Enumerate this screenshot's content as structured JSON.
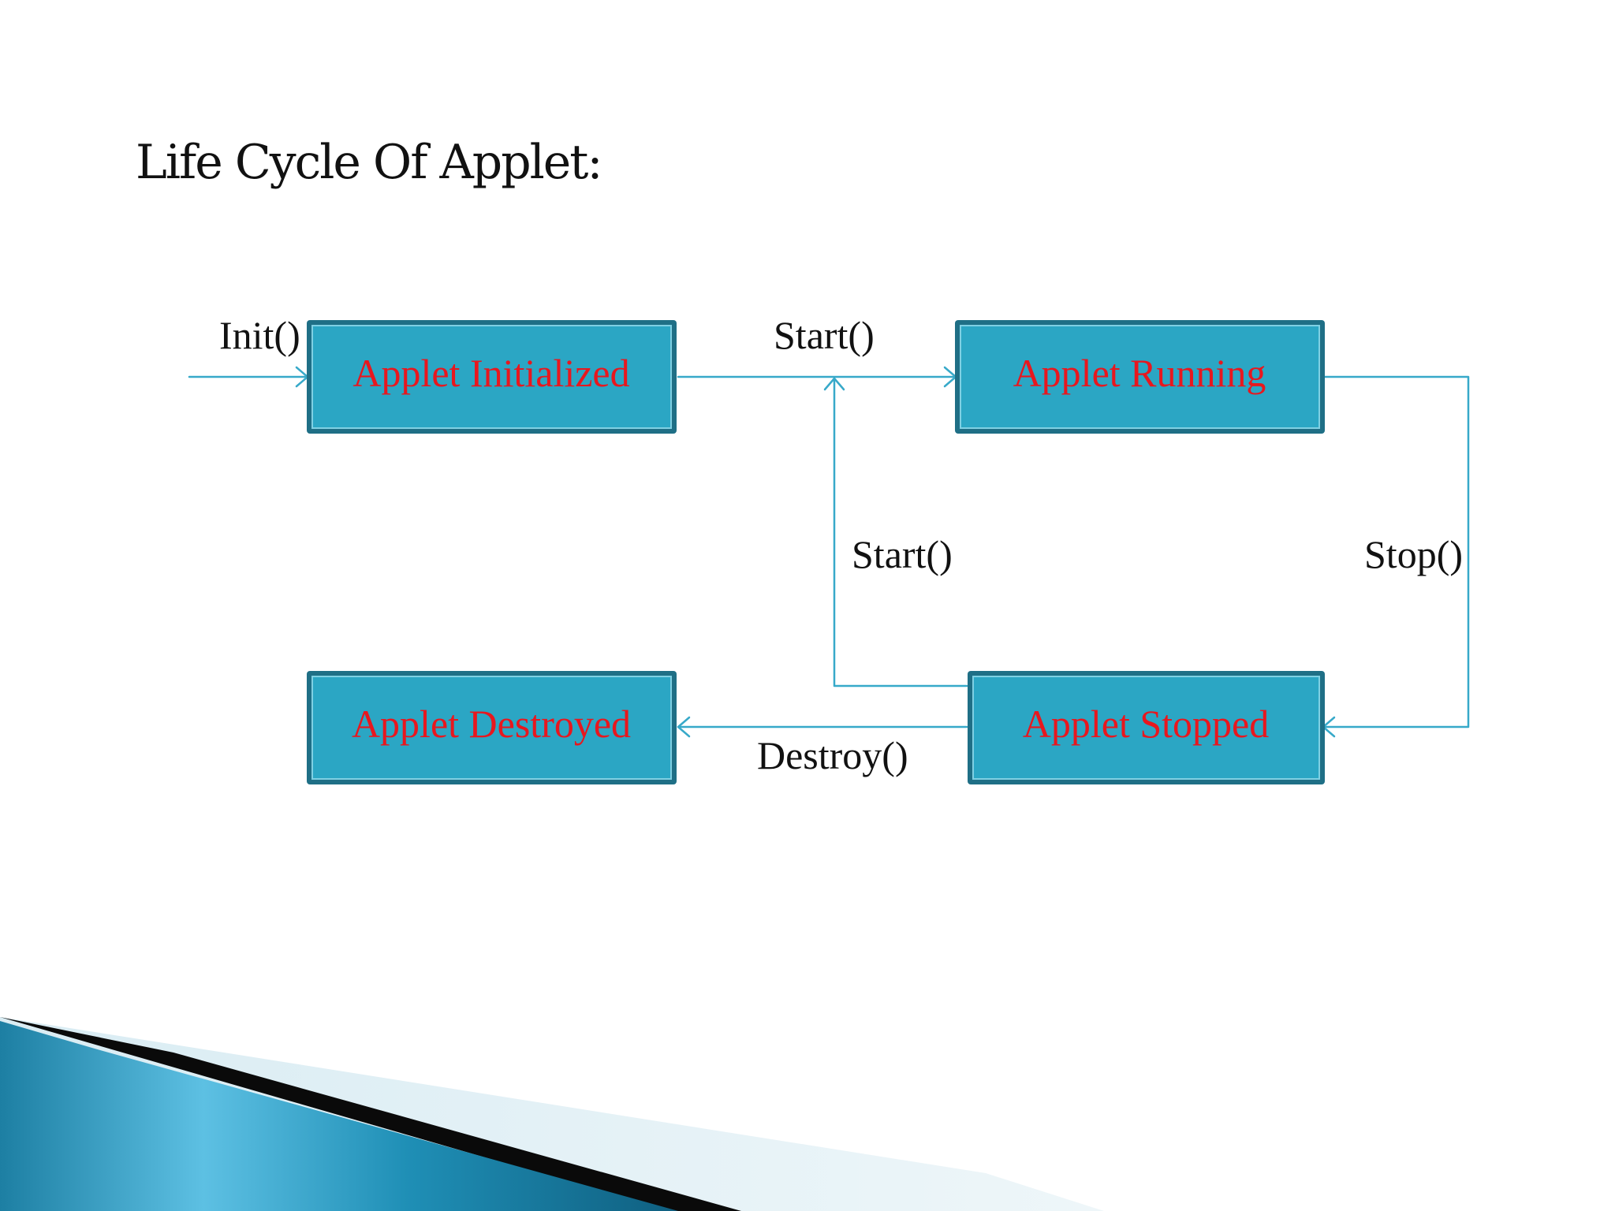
{
  "slide": {
    "title": "Life Cycle Of Applet:"
  },
  "diagram": {
    "nodes": {
      "initialized": "Applet Initialized",
      "running": "Applet Running",
      "stopped": "Applet Stopped",
      "destroyed": "Applet Destroyed"
    },
    "edges": {
      "init": "Init()",
      "start_top": "Start()",
      "start_loop": "Start()",
      "stop": "Stop()",
      "destroy": "Destroy()"
    }
  },
  "colors": {
    "box_fill": "#2ba6c4",
    "box_border": "#1f6f86",
    "box_text": "#e8171e",
    "connector": "#37a9c9"
  }
}
